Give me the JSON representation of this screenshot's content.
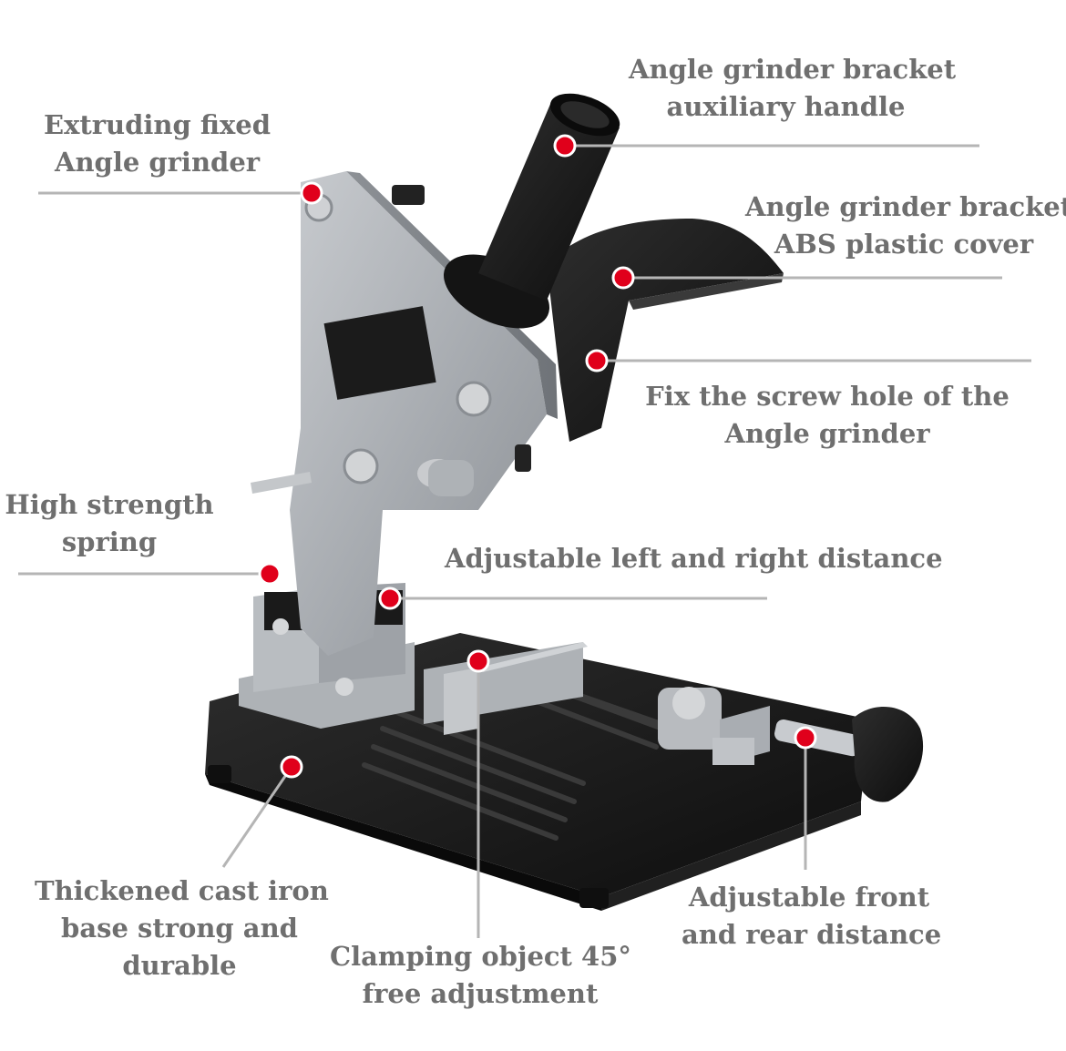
{
  "labels": {
    "handle": [
      "Angle grinder bracket",
      "auxiliary handle"
    ],
    "extruding": [
      "Extruding fixed",
      "Angle grinder"
    ],
    "cover": [
      "Angle grinder bracket",
      "ABS plastic cover"
    ],
    "screw_hole": [
      "Fix the screw hole of the",
      "Angle grinder"
    ],
    "spring": [
      "High strength",
      "spring"
    ],
    "left_right": [
      "Adjustable left and right distance"
    ],
    "base": [
      "Thickened cast iron",
      "base strong and",
      "durable"
    ],
    "clamp": [
      "Clamping object 45°",
      "free adjustment"
    ],
    "front_rear": [
      "Adjustable front",
      "and rear distance"
    ]
  },
  "colors": {
    "label_text": "#6f6f6f",
    "leader_line": "#b5b5b5",
    "marker": "#e0001b",
    "frame_silver": "#a9adb2",
    "handle_black": "#1c1c1c",
    "base_black": "#161616"
  }
}
